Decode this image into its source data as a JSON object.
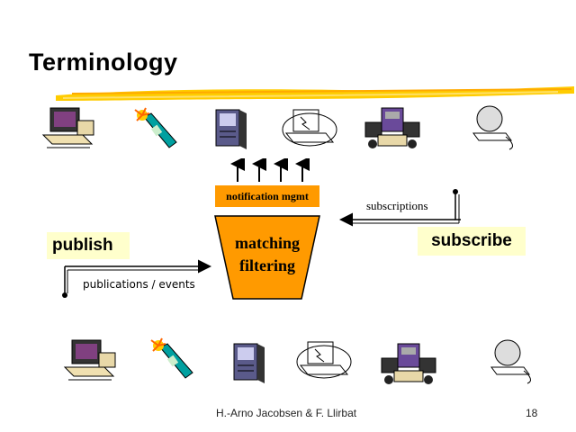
{
  "slide": {
    "title": "Terminology",
    "notification_label": "notification mgmt",
    "matching_label": "matching",
    "filtering_label": "filtering",
    "publish_label": "publish",
    "subscribe_label": "subscribe",
    "subscriptions_label": "subscriptions",
    "publications_label": "publications / events",
    "author": "H.-Arno Jacobsen & F. Llirbat",
    "page_number": "18"
  },
  "colors": {
    "accent_orange": "#ff9a00",
    "label_background": "#ffffcc",
    "brush_stroke": "#ffcc00"
  },
  "icons": {
    "top_row": [
      "desktop-computer-icon",
      "mobile-phone-icon",
      "pda-icon",
      "laptop-icon",
      "server-stack-icon",
      "workstation-icon"
    ],
    "bottom_row": [
      "desktop-computer-icon",
      "mobile-phone-icon",
      "pda-icon",
      "laptop-icon",
      "server-stack-icon",
      "workstation-icon"
    ]
  }
}
